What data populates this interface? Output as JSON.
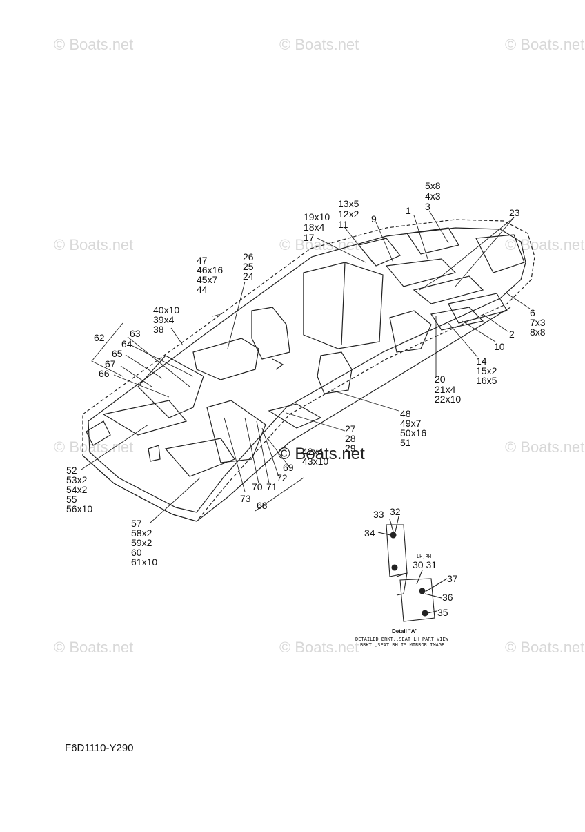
{
  "watermark": "© Boats.net",
  "diagram_code": "F6D1110-Y290",
  "detail": {
    "title": "Detail \"A\"",
    "note_line1": "DETAILED BRKT.,SEAT LH PART VIEW",
    "note_line2": "BRKT.,SEAT RH IS MIRROR IMAGE",
    "side_label": "LH,RH"
  },
  "callouts": {
    "c1": "1",
    "c2": "2",
    "c3": "3",
    "c4x3": "4x3",
    "c5x8": "5x8",
    "c6": "6",
    "c7x3": "7x3",
    "c8x8": "8x8",
    "c9": "9",
    "c10": "10",
    "c11": "11",
    "c12x2": "12x2",
    "c13x5": "13x5",
    "c14": "14",
    "c15x2": "15x2",
    "c16x5": "16x5",
    "c17": "17",
    "c18x4": "18x4",
    "c19x10": "19x10",
    "c20": "20",
    "c21x4": "21x4",
    "c22x10": "22x10",
    "c23": "23",
    "c24": "24",
    "c25": "25",
    "c26": "26",
    "c27": "27",
    "c28": "28",
    "c29": "29",
    "c30_31": "30 31",
    "c32": "32",
    "c33": "33",
    "c34": "34",
    "c35": "35",
    "c36": "36",
    "c37": "37",
    "c38": "38",
    "c39x4": "39x4",
    "c40x10": "40x10",
    "c42x4": "42x4",
    "c43x10": "43x10",
    "c44": "44",
    "c45x7": "45x7",
    "c46x16": "46x16",
    "c47": "47",
    "c48": "48",
    "c49x7": "49x7",
    "c50x16": "50x16",
    "c51": "51",
    "c52": "52",
    "c53x2": "53x2",
    "c54x2": "54x2",
    "c55": "55",
    "c56x10": "56x10",
    "c57": "57",
    "c58x2": "58x2",
    "c59x2": "59x2",
    "c60": "60",
    "c61x10": "61x10",
    "c62": "62",
    "c63": "63",
    "c64": "64",
    "c65": "65",
    "c66": "66",
    "c67": "67",
    "c68": "68",
    "c69": "69",
    "c70": "70",
    "c71": "71",
    "c72": "72",
    "c73": "73"
  }
}
